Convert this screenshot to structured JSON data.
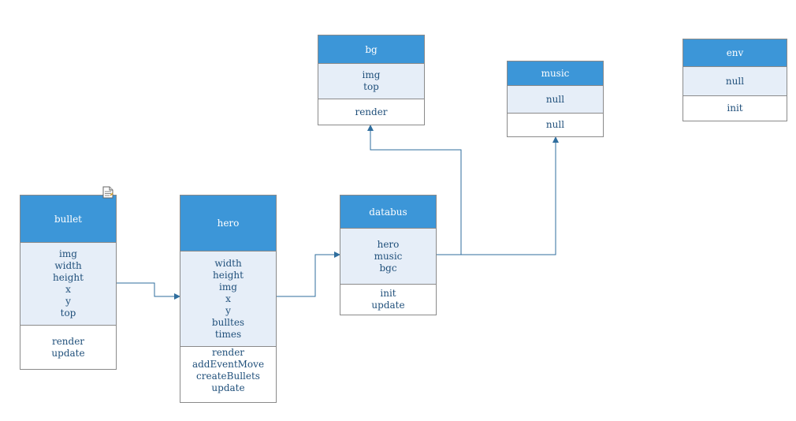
{
  "diagram": {
    "classes": {
      "bullet": {
        "name": "bullet",
        "attributes": [
          "img",
          "width",
          "height",
          "x",
          "y",
          "top"
        ],
        "methods": [
          "render",
          "update"
        ]
      },
      "hero": {
        "name": "hero",
        "attributes": [
          "width",
          "height",
          "img",
          "x",
          "y",
          "bulltes",
          "times"
        ],
        "methods": [
          "render",
          "addEventMove",
          "createBullets",
          "update"
        ]
      },
      "databus": {
        "name": "databus",
        "attributes": [
          "hero",
          "music",
          "bgc"
        ],
        "methods": [
          "init",
          "update"
        ]
      },
      "bg": {
        "name": "bg",
        "attributes": [
          "img",
          "top"
        ],
        "methods": [
          "render"
        ]
      },
      "music": {
        "name": "music",
        "attributes": [
          "null"
        ],
        "methods": [
          "null"
        ]
      },
      "env": {
        "name": "env",
        "attributes": [
          "null"
        ],
        "methods": [
          "init"
        ]
      }
    },
    "relations": [
      {
        "from": "bullet",
        "to": "hero"
      },
      {
        "from": "hero",
        "to": "databus"
      },
      {
        "from": "databus",
        "to": "bg"
      },
      {
        "from": "databus",
        "to": "music"
      }
    ],
    "colors": {
      "header": "#3c96d8",
      "attributes": "#e6eef8",
      "line": "#2f6e9e",
      "text": "#1f4f7a"
    },
    "icons": [
      "note-icon"
    ]
  }
}
